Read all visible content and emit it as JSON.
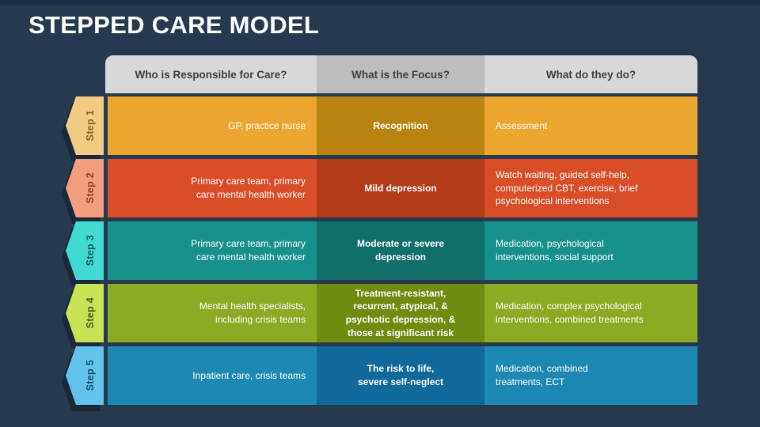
{
  "slide": {
    "title": "STEPPED CARE MODEL"
  },
  "colors": {
    "background": "#26394F",
    "top_band": "#1C2E44",
    "header_bg": "#D8D8D8",
    "header_mid_bg": "#BCBCBC",
    "header_text": "#3F3F3F",
    "cell_text": "#FFFFFF"
  },
  "table": {
    "headers": [
      "Who is Responsible for Care?",
      "What is the Focus?",
      "What do they do?"
    ],
    "rows": [
      {
        "step": "Step 1",
        "who": "GP, practice nurse",
        "focus": "Recognition",
        "what": "Assessment",
        "colors": {
          "chevron": "#F3CB85",
          "label": "#8A6512",
          "cell": "#ECA62F",
          "focus_bg": "#B9830F"
        }
      },
      {
        "step": "Step 2",
        "who": "Primary care team, primary\ncare mental health worker",
        "focus": "Mild depression",
        "what": "Watch waiting, guided self-help,\ncomputerized CBT, exercise, brief\npsychological interventions",
        "colors": {
          "chevron": "#F09E7E",
          "label": "#9E3A1B",
          "cell": "#D94E28",
          "focus_bg": "#B23C17"
        }
      },
      {
        "step": "Step 3",
        "who": "Primary care team, primary\ncare mental health worker",
        "focus": "Moderate or severe\ndepression",
        "what": "Medication, psychological\ninterventions, social support",
        "colors": {
          "chevron": "#40DAD2",
          "label": "#0C5B56",
          "cell": "#17918A",
          "focus_bg": "#116F6A"
        }
      },
      {
        "step": "Step 4",
        "who": "Mental health specialists,\nincluding crisis teams",
        "focus": "Treatment-resistant,\nrecurrent, atypical, &\npsychotic depression, &\nthose at significant risk",
        "what": "Medication, complex psychological\ninterventions, combined treatments",
        "colors": {
          "chevron": "#C8E255",
          "label": "#435E12",
          "cell": "#8CAA24",
          "focus_bg": "#6F8B10"
        }
      },
      {
        "step": "Step 5",
        "who": "Inpatient care, crisis teams",
        "focus": "The risk to life,\nsevere self-neglect",
        "what": "Medication, combined\ntreatments, ECT",
        "colors": {
          "chevron": "#63C3ED",
          "label": "#14496F",
          "cell": "#1E88B5",
          "focus_bg": "#11699B"
        }
      }
    ]
  }
}
